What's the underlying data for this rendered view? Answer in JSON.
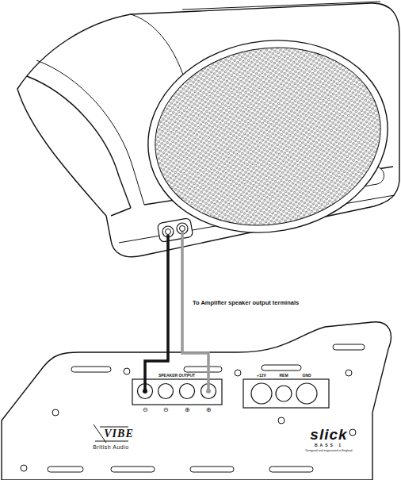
{
  "diagram": {
    "labels": [
      "To Amplifier speaker output terminals",
      "SPEAKER OUTPUT",
      "+12V",
      "REM",
      "GND",
      "⊖",
      "⊖",
      "⊕",
      "⊕",
      "VIBE",
      "British Audio",
      "slick",
      "BASS 1",
      "Designed and engineered in England"
    ]
  }
}
